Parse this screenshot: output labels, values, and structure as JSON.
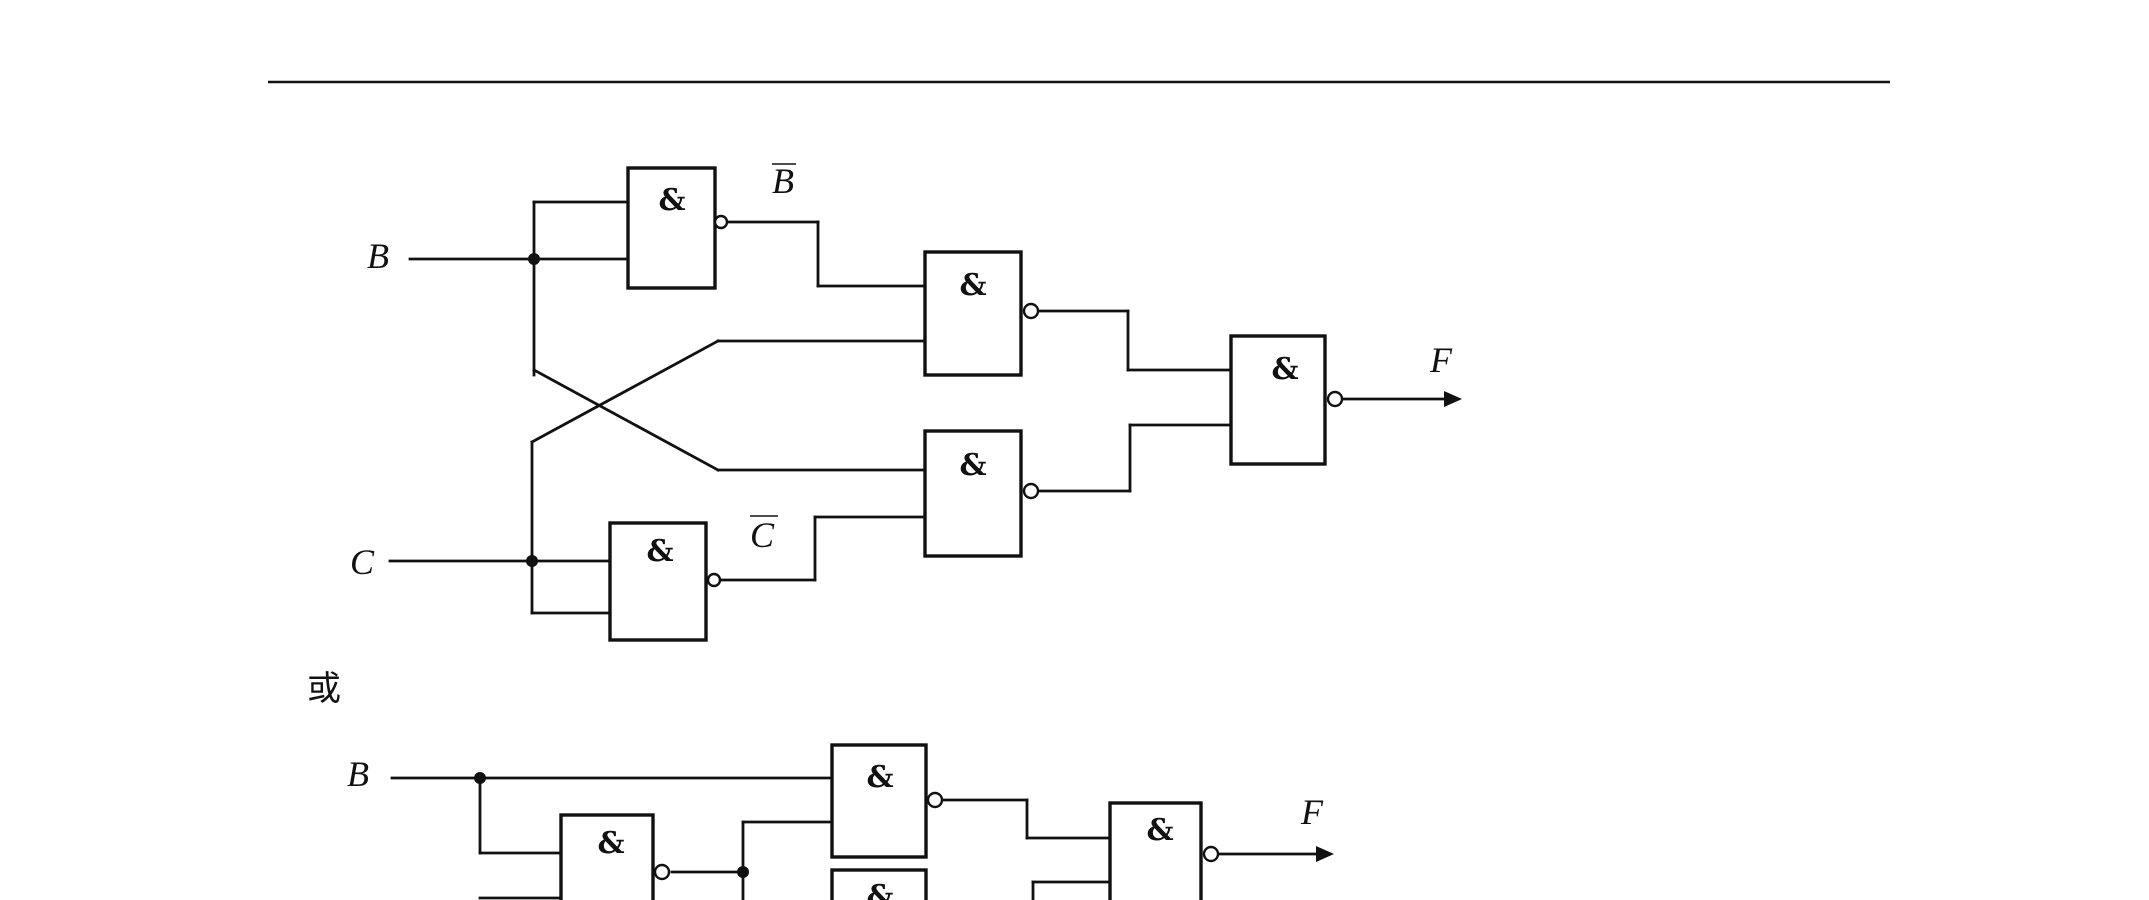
{
  "diagram": {
    "gate_symbol": "&",
    "separator": "或",
    "circuit1": {
      "input_b": "B",
      "input_c": "C",
      "inverted_b": "B",
      "inverted_c": "C",
      "output": "F"
    },
    "circuit2": {
      "input_b": "B",
      "output": "F"
    }
  }
}
